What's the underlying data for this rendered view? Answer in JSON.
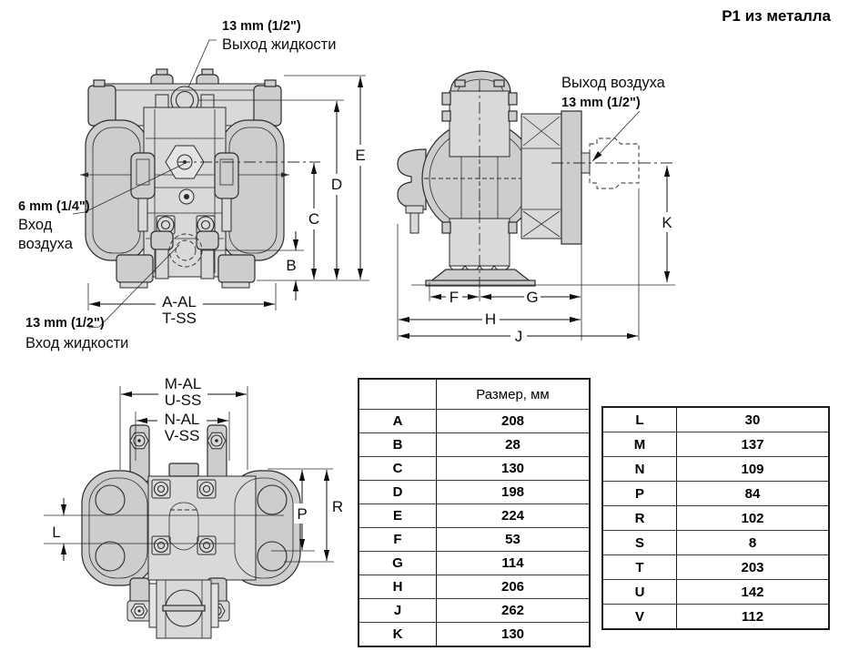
{
  "title": "P1 из металла",
  "front_view": {
    "fluid_outlet": {
      "size": "13 mm (1/2\")",
      "label": "Выход жидкости"
    },
    "air_inlet": {
      "size": "6 mm (1/4\")",
      "label1": "Вход",
      "label2": "воздуха"
    },
    "fluid_inlet": {
      "size": "13 mm (1/2\")",
      "label": "Вход жидкости"
    },
    "width_dim": {
      "al": "A-AL",
      "ss": "T-SS"
    },
    "dims": {
      "b": "B",
      "c": "C",
      "d": "D",
      "e": "E"
    }
  },
  "side_view": {
    "air_outlet": {
      "label": "Выход воздуха",
      "size": "13 mm (1/2\")"
    },
    "dims": {
      "k": "K",
      "f": "F",
      "g": "G",
      "h": "H",
      "j": "J"
    }
  },
  "top_view": {
    "outer_dim": {
      "al": "M-AL",
      "ss": "U-SS"
    },
    "inner_dim": {
      "al": "N-AL",
      "ss": "V-SS"
    },
    "dims": {
      "l": "L",
      "p": "P",
      "r": "R"
    }
  },
  "size_table_left": {
    "header": "Размер, мм",
    "rows": [
      {
        "label": "A",
        "value": "208"
      },
      {
        "label": "B",
        "value": "28"
      },
      {
        "label": "C",
        "value": "130"
      },
      {
        "label": "D",
        "value": "198"
      },
      {
        "label": "E",
        "value": "224"
      },
      {
        "label": "F",
        "value": "53"
      },
      {
        "label": "G",
        "value": "114"
      },
      {
        "label": "H",
        "value": "206"
      },
      {
        "label": "J",
        "value": "262"
      },
      {
        "label": "K",
        "value": "130"
      }
    ]
  },
  "size_table_right": {
    "rows": [
      {
        "label": "L",
        "value": "30"
      },
      {
        "label": "M",
        "value": "137"
      },
      {
        "label": "N",
        "value": "109"
      },
      {
        "label": "P",
        "value": "84"
      },
      {
        "label": "R",
        "value": "102"
      },
      {
        "label": "S",
        "value": "8"
      },
      {
        "label": "T",
        "value": "203"
      },
      {
        "label": "U",
        "value": "142"
      },
      {
        "label": "V",
        "value": "112"
      }
    ]
  }
}
